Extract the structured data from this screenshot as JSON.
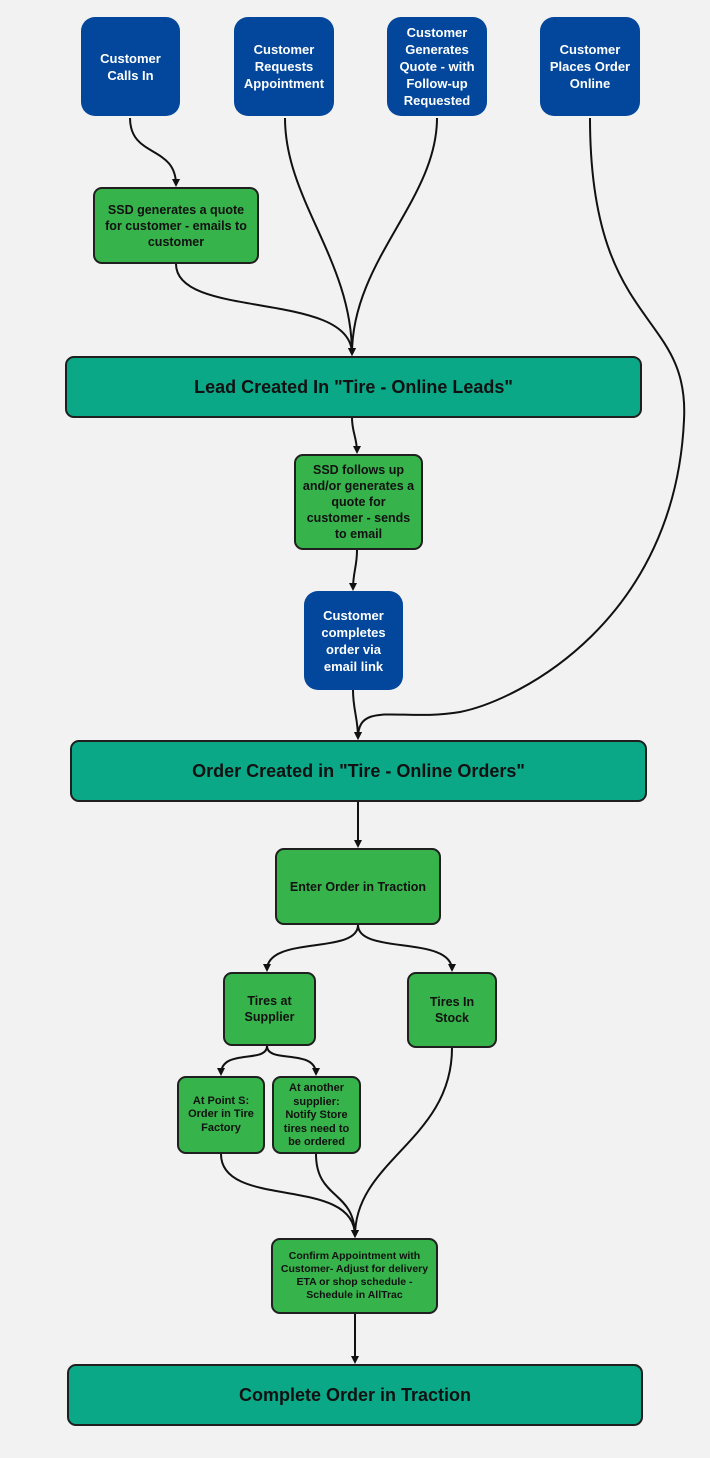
{
  "diagram": {
    "start": {
      "calls_in": "Customer Calls In",
      "requests_appointment": "Customer Requests Appointment",
      "generates_quote": "Customer Generates Quote - with Follow-up Requested",
      "places_order_online": "Customer Places Order Online"
    },
    "ssd_quote_email": "SSD generates a quote for customer - emails to customer",
    "lead_created": "Lead Created In \"Tire - Online Leads\"",
    "ssd_follow_up": "SSD follows up and/or generates a quote for customer - sends to email",
    "customer_completes_order": "Customer completes order via email link",
    "order_created": "Order Created in \"Tire - Online Orders\"",
    "enter_order": "Enter Order in Traction",
    "tires_at_supplier": "Tires at Supplier",
    "tires_in_stock": "Tires In Stock",
    "at_point_s": "At Point S: Order in Tire Factory",
    "another_supplier": "At another supplier: Notify Store tires need to be ordered",
    "confirm_appointment": "Confirm Appointment with Customer- Adjust for delivery ETA or shop schedule - Schedule in AllTrac",
    "complete_order": "Complete Order in Traction"
  },
  "colors": {
    "background": "#f2f2f2",
    "customer_node": "#02479b",
    "process_node": "#36b34a",
    "stage_bar": "#0ba888",
    "border": "#1f1f1f"
  }
}
